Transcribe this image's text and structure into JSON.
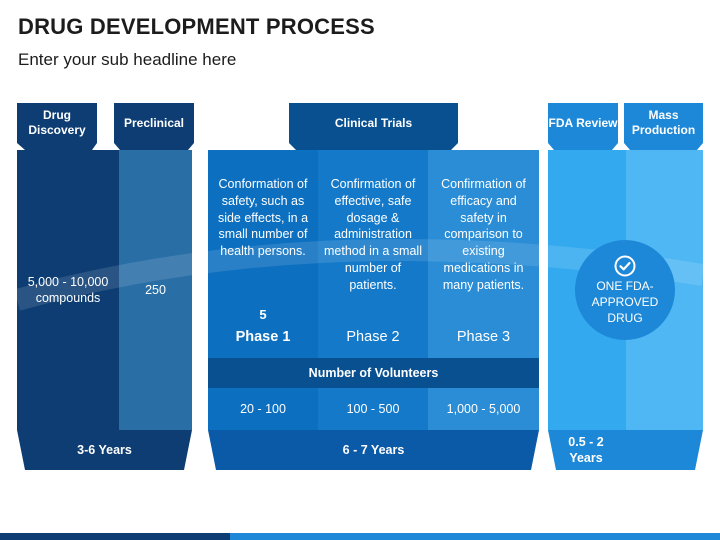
{
  "header": {
    "title": "DRUG DEVELOPMENT PROCESS",
    "subtitle": "Enter your sub headline here"
  },
  "stages": {
    "discovery": {
      "label": "Drug Discovery",
      "value": "5,000 - 10,000 compounds"
    },
    "preclinical": {
      "label": "Preclinical",
      "value": "250"
    },
    "clinical": {
      "label": "Clinical Trials"
    },
    "fda": {
      "label": "FDA Review"
    },
    "mass": {
      "label": "Mass Production"
    }
  },
  "phases": [
    {
      "description": "Conformation of safety, such as side effects, in a small number of health persons.",
      "volunteers_count": "5",
      "label": "Phase 1",
      "volunteers": "20 - 100"
    },
    {
      "description": "Confirmation of effective, safe dosage & administration method in a small number of patients.",
      "label": "Phase 2",
      "volunteers": "100 - 500"
    },
    {
      "description": "Confirmation of efficacy and safety in comparison to existing medications in many patients.",
      "label": "Phase 3",
      "volunteers": "1,000 - 5,000"
    }
  ],
  "volunteers_header": "Number of Volunteers",
  "durations": {
    "discovery_preclinical": "3-6 Years",
    "clinical": "6 - 7 Years",
    "fda": "0.5 - 2 Years"
  },
  "badge": {
    "icon": "check-circle-icon",
    "text": "ONE FDA-APPROVED DRUG"
  },
  "colors": {
    "dark_navy": "#0d3d72",
    "navy": "#08508f",
    "steel": "#2a6ea6",
    "blue": "#0c6fc0",
    "blue_mid": "#1479c9",
    "blue_light": "#2a8dd6",
    "sky": "#33aaf0",
    "sky_mid": "#4fb8f4",
    "accent_bar": "#1e88d8"
  }
}
